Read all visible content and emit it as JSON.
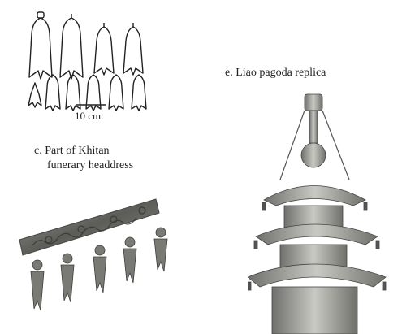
{
  "bells_drawing": {
    "scale_label": "10 cm."
  },
  "figure_c": {
    "caption_line1": "c. Part of Khitan",
    "caption_line2": "funerary headdress"
  },
  "figure_e": {
    "caption": "e. Liao pagoda replica"
  }
}
